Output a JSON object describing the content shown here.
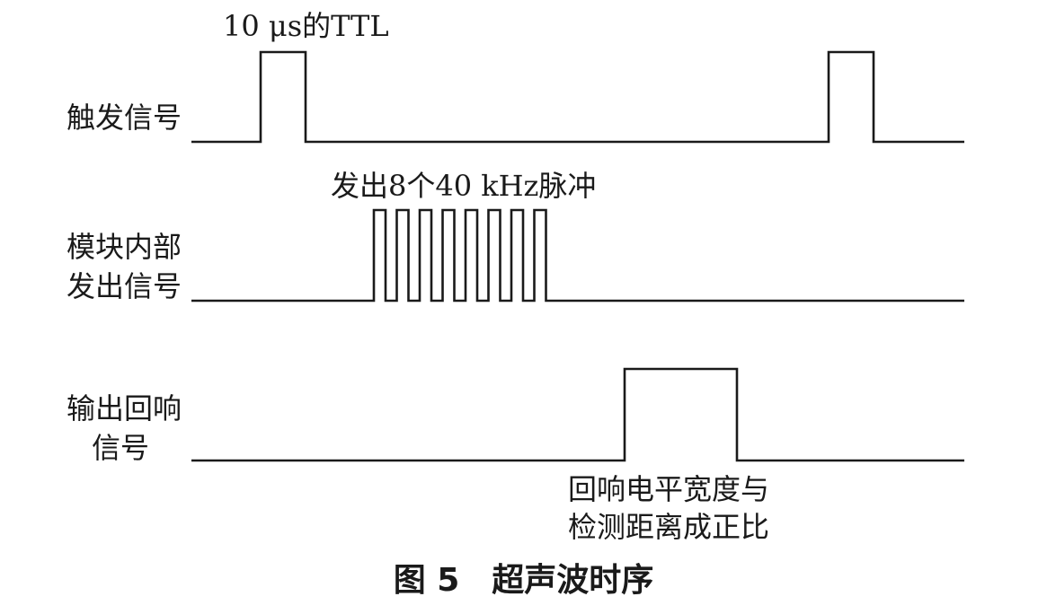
{
  "signals": [
    {
      "id": "trigger",
      "label_lines": [
        "触发信号"
      ]
    },
    {
      "id": "module",
      "label_lines": [
        "模块内部",
        "发出信号"
      ]
    },
    {
      "id": "echo",
      "label_lines": [
        "输出回响",
        "信号"
      ]
    }
  ],
  "annotations": {
    "trigger_pulse": "10 μs的TTL",
    "burst": "发出8个40 kHz脉冲",
    "echo_note_lines": [
      "回响电平宽度与",
      "检测距离成正比"
    ]
  },
  "caption": "图 5　超声波时序",
  "burst_pulse_count": 8
}
